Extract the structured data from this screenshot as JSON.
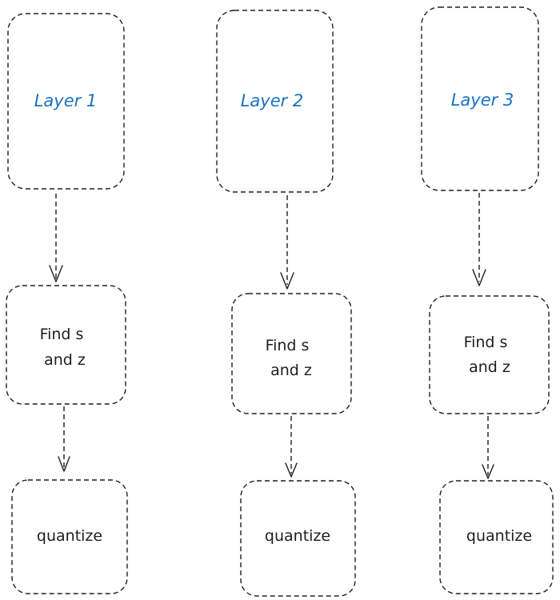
{
  "diagram": {
    "accent_color": "#1971c2",
    "ink_color": "#1e1e1e",
    "columns": [
      {
        "layer_label": "Layer 1",
        "find_line1": "Find s",
        "find_line2": "and z",
        "quantize_label": "quantize"
      },
      {
        "layer_label": "Layer 2",
        "find_line1": "Find s",
        "find_line2": "and z",
        "quantize_label": "quantize"
      },
      {
        "layer_label": "Layer 3",
        "find_line1": "Find s",
        "find_line2": "and z",
        "quantize_label": "quantize"
      }
    ]
  }
}
